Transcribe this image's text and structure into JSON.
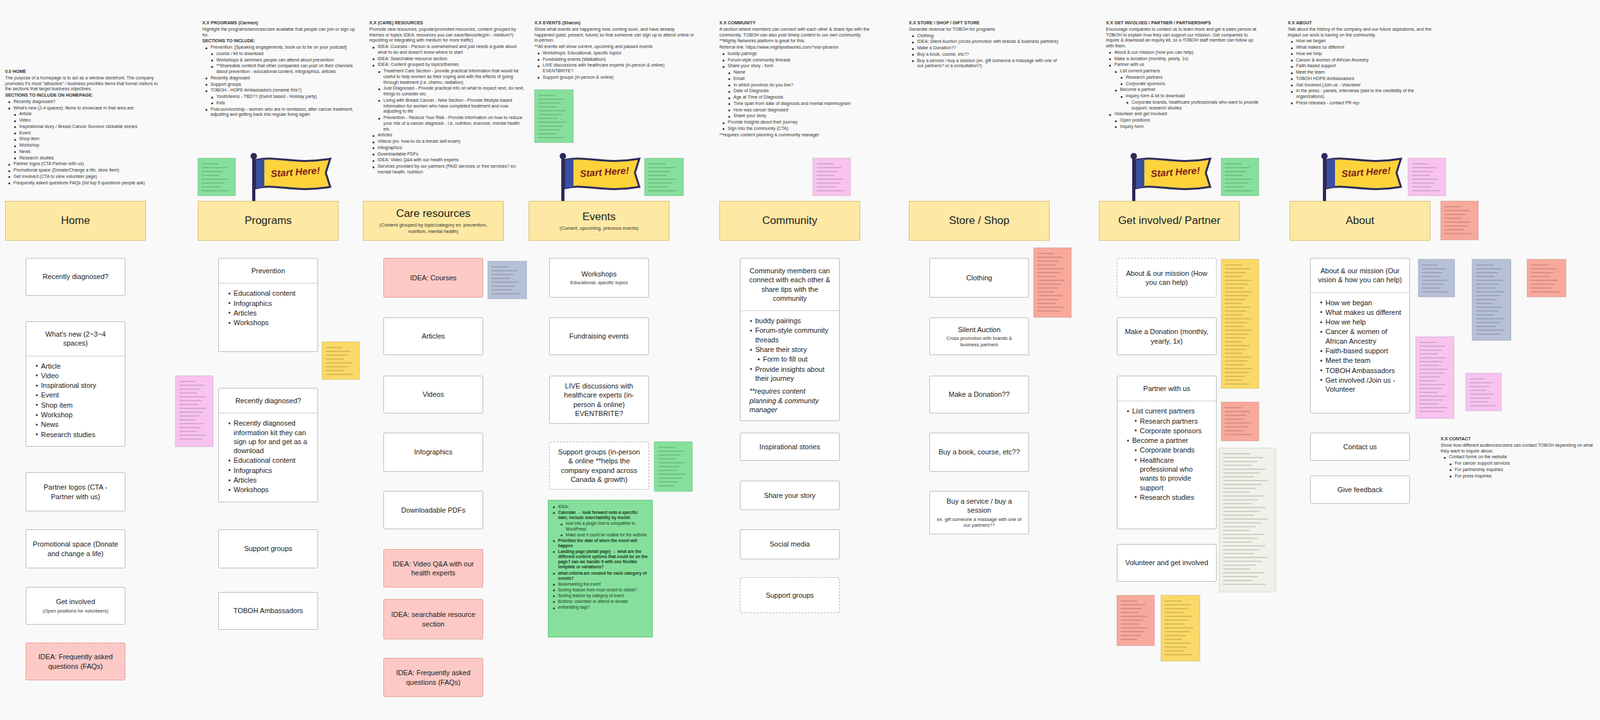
{
  "diagram": {
    "nodes": [
      {
        "text": [
          "Home"
        ]
      },
      {
        "text": [
          "Recently diagnosed?"
        ]
      },
      {
        "text": [
          "What's new (2~3~4 spaces)",
          "Article",
          "Video",
          "Inspirational story",
          "Event",
          "Shop item",
          "Workshop",
          "News",
          "Research studies"
        ]
      },
      {
        "text": [
          "Partner logos (CTA - Partner with us)"
        ]
      },
      {
        "text": [
          "Promotional space (Donate and change a life)"
        ]
      },
      {
        "text": [
          "Get involved",
          "(Open positions for volunteers)"
        ]
      },
      {
        "text": [
          "IDEA: Frequently asked questions (FAQs)"
        ]
      },
      {
        "text": [
          "Programs"
        ]
      },
      {
        "text": [
          "Prevention",
          "Educational content",
          "Infographics",
          "Articles",
          "Workshops"
        ]
      },
      {
        "text": [
          "Recently diagnosed?",
          "Recently diagnosed information kit they can sign up for and get as a download",
          "Educational content",
          "Infographics",
          "Articles",
          "Workshops"
        ]
      },
      {
        "text": [
          "Support groups"
        ]
      },
      {
        "text": [
          "TOBOH Ambassadors"
        ]
      },
      {
        "text": [
          "Care resources",
          "(Content grouped by topic/category ex. prevention, nutrition, mental health)"
        ]
      },
      {
        "text": [
          "IDEA: Courses"
        ]
      },
      {
        "text": [
          "Articles"
        ]
      },
      {
        "text": [
          "Videos"
        ]
      },
      {
        "text": [
          "Infographics"
        ]
      },
      {
        "text": [
          "Downloadable PDFs"
        ]
      },
      {
        "text": [
          "IDEA: Video Q&A with our health experts"
        ]
      },
      {
        "text": [
          "IDEA: searchable resource section"
        ]
      },
      {
        "text": [
          "IDEA: Frequently asked questions (FAQs)"
        ]
      },
      {
        "text": [
          "Events",
          "(Current, upcoming, previous events)"
        ]
      },
      {
        "text": [
          "Workshops",
          "Educational, specific topics"
        ]
      },
      {
        "text": [
          "Fundraising events"
        ]
      },
      {
        "text": [
          "LIVE discussions with healthcare experts (in-person & online) EVENTBRITE?"
        ]
      },
      {
        "text": [
          "Support groups (in-person & online **helps the company expand across Canada & growth)"
        ]
      },
      {
        "text": [
          "IDEA:",
          "Calendar → look forward onto a specific date; include searchability by month",
          "look into a plugin that is compatible to WordPress",
          "Make sure it could be usable for the website",
          "Prioritize the date of when the event will happen",
          "Landing page (detail page) → what are the different content options that could be on the page? can we handle it with one flexible template or variations?",
          "what criteria are needed for each category of events?",
          "Bookmarking the event",
          "Sorting feature from most recent to oldest?",
          "Sorting feature by category of event",
          "Buttons: volunteer or attend or donate",
          "embedding tags?"
        ]
      },
      {
        "text": [
          "Community"
        ]
      },
      {
        "text": [
          "Community members can connect with each other & share tips with the community",
          "buddy pairings",
          "Forum-style community threads",
          "Share their story",
          "Form to fill out",
          "Provide insights about their journey",
          "**requires content planning & community manager"
        ]
      },
      {
        "text": [
          "Inspirational stories"
        ]
      },
      {
        "text": [
          "Share your story"
        ]
      },
      {
        "text": [
          "Social media"
        ]
      },
      {
        "text": [
          "Support groups"
        ]
      },
      {
        "text": [
          "Store / Shop"
        ]
      },
      {
        "text": [
          "Clothing"
        ]
      },
      {
        "text": [
          "Silent Auction",
          "Cross promotion with brands & business partners"
        ]
      },
      {
        "text": [
          "Make a Donation??"
        ]
      },
      {
        "text": [
          "Buy a book, course, etc??"
        ]
      },
      {
        "text": [
          "Buy a service / buy a session",
          "ex. gift someone a massage with one of our partners??"
        ]
      },
      {
        "text": [
          "Get involved/ Partner"
        ]
      },
      {
        "text": [
          "About & our mission (How you can help)"
        ]
      },
      {
        "text": [
          "Make a Donation (monthly, yearly, 1x)"
        ]
      },
      {
        "text": [
          "Partner with us",
          "List current partners",
          "Research partners",
          "Corporate sponsors",
          "Become a partner",
          "Corporate brands",
          "Healthcare professional who wants to provide support",
          "Research studies"
        ]
      },
      {
        "text": [
          "Volunteer and get involved"
        ]
      },
      {
        "text": [
          "About"
        ]
      },
      {
        "text": [
          "About & our mission (Our vision & how you can help)",
          "How we began",
          "What makes us different",
          "How we help",
          "Cancer & women of African Ancestry",
          "Faith-based support",
          "Meet the team",
          "TOBOH Ambassadors",
          "Get involved /Join us - Volunteer"
        ]
      },
      {
        "text": [
          "Contact us"
        ]
      },
      {
        "text": [
          "Give feedback"
        ]
      }
    ],
    "labels": [
      "0.0 HOME",
      "The purpose of a homepage is to act as a window storefront. The company promotes it's most \"attractive\" / business priorities items that funnel visitors to the sections that target business objectives.",
      "SECTIONS TO INCLUDE ON HOMEPAGE:",
      "Recently diagnosed?",
      "What's new (2-4 spaces): Items to showcase in that area are:",
      "Article",
      "Video",
      "Inspirational story / Breast Cancer Survivor clickable stories",
      "Event",
      "Shop item",
      "Workshop",
      "News",
      "Research studies",
      "Partner logos (CTA Partner with us)",
      "Promotional space (Donate/Change a life, store item)",
      "Get involved (CTA to view volunteer page)",
      "Frequently asked questions FAQs (list top 5 questions people ask)",
      "X.X PROGRAMS (Carmen)",
      "Highlight the programs/services/care available that people can join or sign up for.",
      "SECTIONS TO INCLUDE:",
      "Prevention: [Speaking engagements, book us to be on your podcast]",
      "course / kit to download",
      "Workshops & seminars people can attend about prevention",
      "**Shareable content that other companies can post on their channels about prevention - educational content, infographics, articles",
      "Recently diagnosed",
      "Support groups",
      "TOBOH - HOPE Ambassadors (rename this?)",
      "Youth/teens - TBD?? (Event based - Holiday party)",
      "Kids",
      "Post-survivorship - women who are in remission, after cancer treatment, adjusting and getting back into regular living again",
      "X.X (CARE) RESOURCES",
      "Promote new resources, popular/promoted resources, content grouped by themes or topics IDEA: resources you can save/favourite(pin - medium?) reposting or integrating with medium for more traffic)",
      "IDEA: Courses - Person is overwhelmed and just needs a guide about what to do and doesn't know where to start",
      "IDEA: Searchable resource section",
      "IDEA: Content grouped by topics/themes",
      "Treatment Care Section - provide practical information that would be useful to help women as their coping and with the effects of going through treatment (i.e. chemo, radiation)",
      "Just Diagnosed - Provide practical info on what to expect next, do next, things to consider etc.",
      "Living with Breast Cancer - New Section - Provide lifestyle based information for women who have completed treatment and now adjusting to life",
      "Prevention - Reduce Your Risk - Provide information on how to reduce your risk of a cancer diagnosis - i.e. nutrition, exercise, mental health etc.",
      "Articles",
      "Videos (ex. how-to do a breast self-exam)",
      "Infographics",
      "Downloadable PDFs",
      "IDEA: Video Q&A with our health experts",
      "Services provided by our partners (PAID services or free services? ex. mental health, nutrition",
      "X.X EVENTS (Sharon)",
      "Show what events are happening now, coming soon, and have already happened (past, present, future) so that someone can sign up to attend online or in-person.",
      "**All events will show current, upcoming and passed events",
      "Workshops: Educational, specific topics",
      "Fundraising events (Walkathon)",
      "LIVE discussions with healthcare experts (in-person & online) EVENTBRITE?",
      "Support groups (in-person & online)",
      "X.X COMMUNITY",
      "A section where members can connect with each other & share tips with the community. TOBOH can also post timely content to our own community.",
      "**Mighty Networks platform is great for this.",
      "Referral link: https://www.mightynetworks.com/?via=phoenix",
      "buddy pairings",
      "Forum-style community threads",
      "Share your story - form",
      "Name",
      "Email",
      "In which province do you live?",
      "Date of Diagnosis",
      "Age at Time of Diagnosis",
      "Time span from date of diagnosis and mental mammogram",
      "How was cancer diagnosed",
      "Share your story",
      "Provide insights about their journey",
      "Sign into the community (CTA)",
      "**requires content planning & community manager",
      "X.X STORE / SHOP / GIFT STORE",
      "Generate revenue for TOBOH for programs",
      "Clothing",
      "IDEA: Silent Auction (cross promotion with brands & business partners)",
      "Make a Donation??",
      "Buy a book, course, etc??",
      "Buy a service / buy a session (ex. gift someone a massage with one of our partners? or a consultation?)",
      "X.X GET INVOLVED / PARTNER / PARTNERSHIPS",
      "Encourage companies to contact us to learn more and get a sales person at TOBOH to explain how they can support our mission. Get companies to inquire & download an inquiry kit, so a TOBOH staff member can follow up with them.",
      "About & our mission (how you can help)",
      "Make a donation (monthly, yearly, 1x)",
      "Partner with us",
      "List current partners",
      "Research partners",
      "Corporate sponsors",
      "Become a partner",
      "Inquiry form & kit to download",
      "Corporate brands, healthcare professionals who want to provide support, research studies",
      "Volunteer and get involved",
      "Open positions",
      "Inquiry form",
      "X.X ABOUT",
      "Talk about the history of the company and our future aspirations, and the impact our work is having on the community.",
      "How we began",
      "What makes us different",
      "How we help",
      "Cancer & women of African Ancestry",
      "Faith-based support",
      "Meet the team",
      "TOBOH HOPE Ambassadors",
      "Get involved (Join us - Volunteer",
      "In the press - panels, interviews (add to the credibility of the organizations)",
      "Press releases - contact PR rep",
      "X.X CONTACT",
      "Show how different audiences/users can contact TOBOH depending on what they want to inquire about.",
      "Contact forms on the website",
      "For cancer support services",
      "For partnership inquiries",
      "For press inquiries",
      "Start Here!",
      "Start Here!",
      "Start Here!",
      "Start Here!"
    ]
  }
}
